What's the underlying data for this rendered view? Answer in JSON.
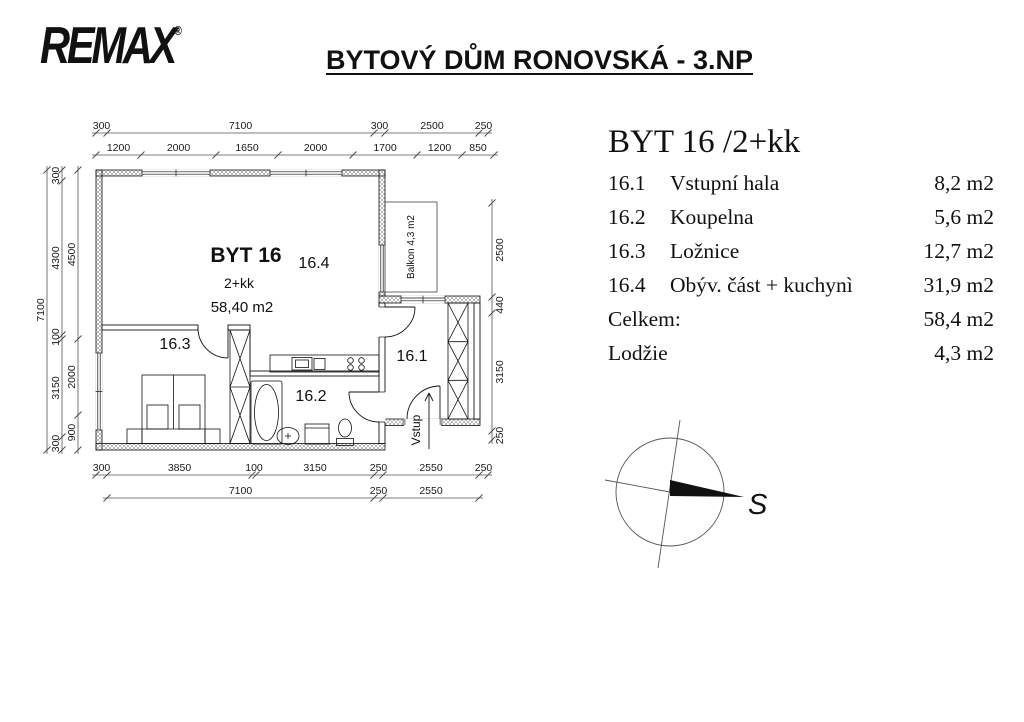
{
  "header": {
    "logo": "REMAX",
    "logo_reg": "®",
    "title": "BYTOVÝ DŮM RONOVSKÁ - 3.NP"
  },
  "unit": {
    "title": "BYT 16 /2+kk",
    "rows": [
      {
        "num": "16.1",
        "name": "Vstupní hala",
        "area": "8,2 m2"
      },
      {
        "num": "16.2",
        "name": "Koupelna",
        "area": "5,6 m2"
      },
      {
        "num": "16.3",
        "name": "Ložnice",
        "area": "12,7 m2"
      },
      {
        "num": "16.4",
        "name": "Obýv. část + kuchynì",
        "area": "31,9 m2"
      }
    ],
    "totals": [
      {
        "label": "Celkem:",
        "area": "58,4 m2"
      },
      {
        "label": "Lodžie",
        "area": "4,3 m2"
      }
    ]
  },
  "plan": {
    "labels": {
      "name": "BYT 16",
      "layout": "2+kk",
      "area": "58,40 m2",
      "room1": "16.1",
      "room2": "16.2",
      "room3": "16.3",
      "room4": "16.4",
      "balcony": "Balkon 4,3 m2",
      "entry": "Vstup"
    },
    "dims": {
      "top1": [
        "300",
        "7100",
        "300",
        "2500",
        "250"
      ],
      "top2": [
        "1200",
        "2000",
        "1650",
        "2000",
        "1700",
        "1200",
        "850"
      ],
      "bottom1": [
        "300",
        "3850",
        "100",
        "3150",
        "250",
        "2550",
        "250"
      ],
      "bottom2": [
        "7100",
        "250",
        "2550"
      ],
      "left_outer": [
        "7100"
      ],
      "left_mid": [
        "300",
        "4300",
        "100",
        "3150",
        "300"
      ],
      "left_inner": [
        "4500",
        "2000",
        "900"
      ],
      "right": [
        "2500",
        "440",
        "3150",
        "250"
      ]
    }
  },
  "compass": {
    "label": "S"
  }
}
